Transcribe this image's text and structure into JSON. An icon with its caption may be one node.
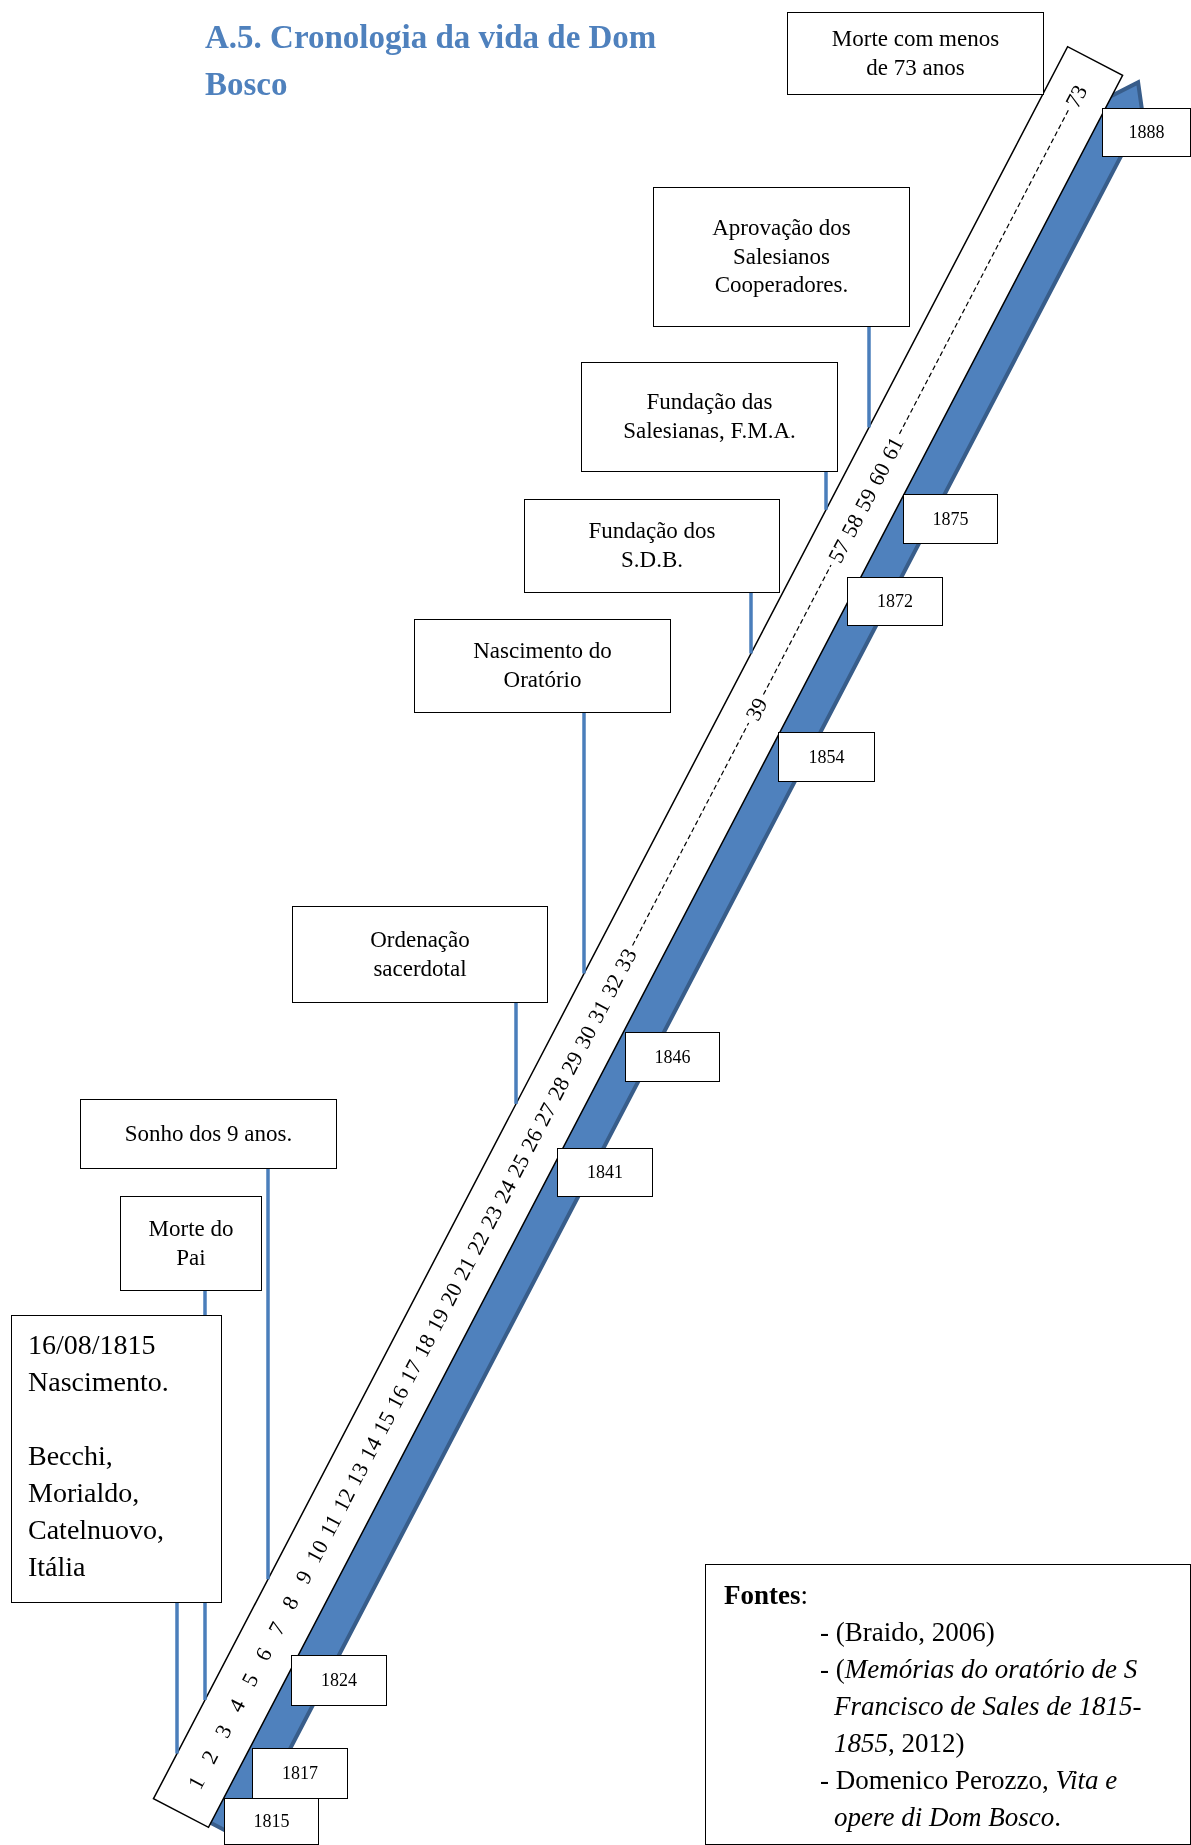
{
  "diagram": {
    "title": "A.5. Cronologia da vida de Dom Bosco",
    "nodes": [
      {
        "text": [
          "16/08/1815 Nascimento.",
          "Becchi, Morialdo, Catelnuovo, Itália"
        ]
      },
      {
        "text": [
          "Morte do Pai"
        ]
      },
      {
        "text": [
          "Sonho dos 9 anos."
        ]
      },
      {
        "text": [
          "Ordenação sacerdotal"
        ]
      },
      {
        "text": [
          "Nascimento do Oratório"
        ]
      },
      {
        "text": [
          "Fundação dos S.D.B."
        ]
      },
      {
        "text": [
          "Fundação das Salesianas, F.M.A."
        ]
      },
      {
        "text": [
          "Aprovação dos Salesianos Cooperadores."
        ]
      },
      {
        "text": [
          "Morte com menos de 73 anos"
        ]
      },
      {
        "text": [
          "1",
          "2",
          "3",
          "4",
          "5",
          "6",
          "7",
          "8",
          "9",
          "10",
          "11",
          "12",
          "13",
          "14",
          "15",
          "16",
          "17",
          "18",
          "19",
          "20",
          "21",
          "22",
          "23",
          "24",
          "25",
          "26",
          "27",
          "28",
          "29",
          "30",
          "31",
          "32",
          "33",
          "39",
          "57",
          "58",
          "59",
          "60",
          "61",
          "73"
        ]
      },
      {
        "text": [
          "1888"
        ]
      },
      {
        "text": [
          "1875"
        ]
      },
      {
        "text": [
          "1872"
        ]
      },
      {
        "text": [
          "1854"
        ]
      },
      {
        "text": [
          "1846"
        ]
      },
      {
        "text": [
          "1841"
        ]
      },
      {
        "text": [
          "1824"
        ]
      },
      {
        "text": [
          "1817"
        ]
      },
      {
        "text": [
          "1815"
        ]
      },
      {
        "text": [
          "**Fontes**:",
          "- (Braido, 2006)",
          "- (*Memórias do oratório de S Francisco de Sales de 1815-1855*, 2012)",
          "- Domenico Perozzo, *Vita e opere di Dom Bosco*."
        ]
      }
    ],
    "edges": [
      {
        "from": 0,
        "to": 9,
        "arrow": "none"
      },
      {
        "from": 1,
        "to": 9,
        "arrow": "none"
      },
      {
        "from": 2,
        "to": 9,
        "arrow": "none"
      },
      {
        "from": 3,
        "to": 9,
        "arrow": "none"
      },
      {
        "from": 4,
        "to": 9,
        "arrow": "none"
      },
      {
        "from": 5,
        "to": 9,
        "arrow": "none"
      },
      {
        "from": 6,
        "to": 9,
        "arrow": "none"
      },
      {
        "from": 7,
        "to": 9,
        "arrow": "none"
      }
    ]
  }
}
